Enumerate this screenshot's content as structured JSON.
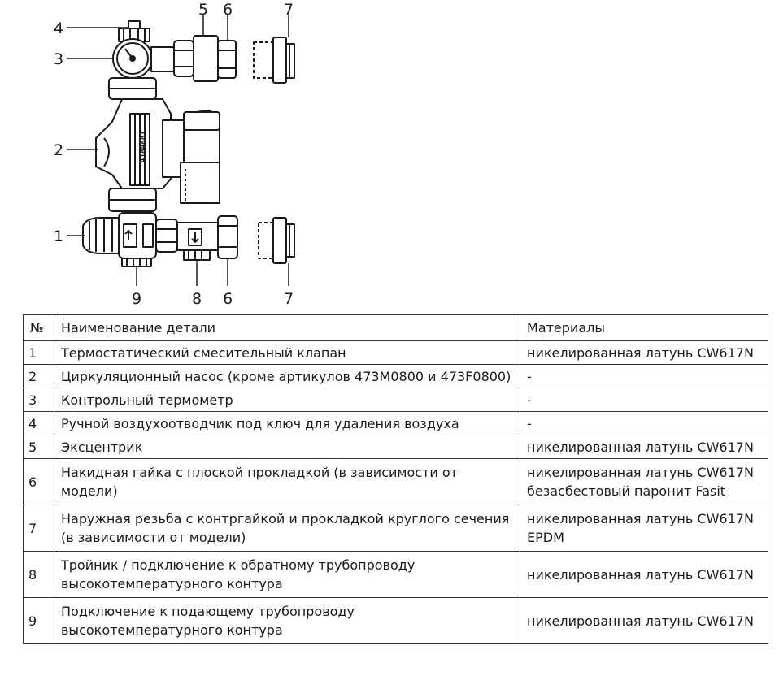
{
  "diagram": {
    "callouts": [
      "1",
      "2",
      "3",
      "4",
      "5",
      "6",
      "7",
      "8",
      "6",
      "7",
      "9"
    ],
    "pump_marking": "4184881"
  },
  "table": {
    "headers": [
      "№",
      "Наименование детали",
      "Материалы"
    ],
    "rows": [
      {
        "num": "1",
        "name": [
          "Термостатический смесительный клапан"
        ],
        "material": [
          "никелированная латунь CW617N"
        ]
      },
      {
        "num": "2",
        "name": [
          "Циркуляционный насос (кроме артикулов 473М0800 и 473F0800)"
        ],
        "material": [
          "-"
        ]
      },
      {
        "num": "3",
        "name": [
          "Контрольный термометр"
        ],
        "material": [
          "-"
        ]
      },
      {
        "num": "4",
        "name": [
          "Ручной воздухоотводчик под ключ для удаления воздуха"
        ],
        "material": [
          "-"
        ]
      },
      {
        "num": "5",
        "name": [
          "Эксцентрик"
        ],
        "material": [
          "никелированная латунь CW617N"
        ]
      },
      {
        "num": "6",
        "name": [
          "Накидная гайка с плоской прокладкой (в зависимости от модели)"
        ],
        "material": [
          "никелированная латунь CW617N",
          "безасбестовый паронит Fasit"
        ]
      },
      {
        "num": "7",
        "name": [
          "Наружная резьба с контргайкой и прокладкой круглого сечения",
          "(в зависимости от модели)"
        ],
        "material": [
          "никелированная латунь CW617N",
          "EPDM"
        ]
      },
      {
        "num": "8",
        "name": [
          "Тройник / подключение к обратному трубопроводу",
          "высокотемпературного контура"
        ],
        "material": [
          "никелированная латунь CW617N"
        ]
      },
      {
        "num": "9",
        "name": [
          "Подключение к подающему трубопроводу",
          "высокотемпературного контура"
        ],
        "material": [
          "никелированная латунь CW617N"
        ]
      }
    ]
  }
}
